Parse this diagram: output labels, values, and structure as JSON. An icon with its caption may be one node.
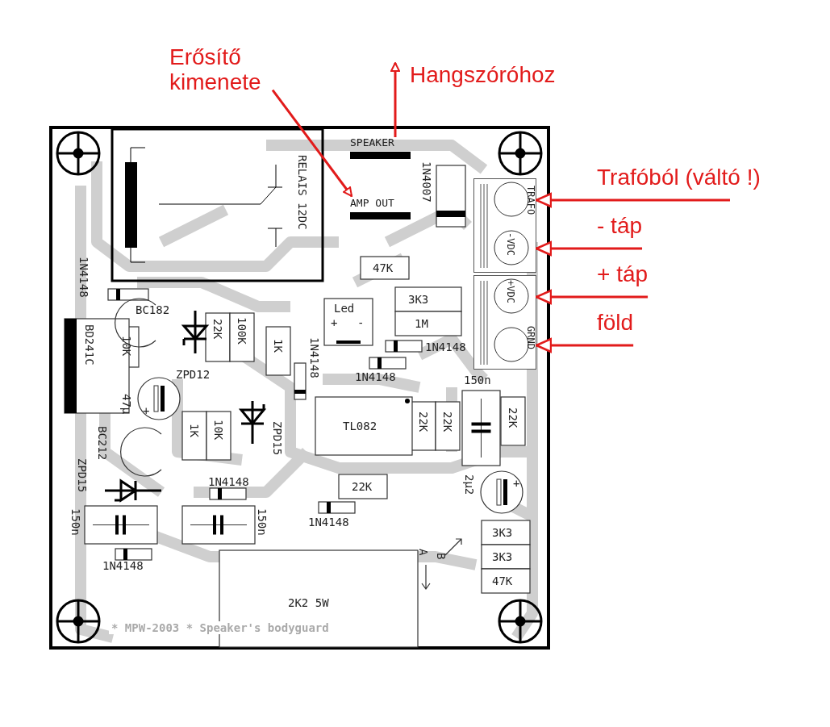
{
  "diagram": {
    "nodes": [
      {
        "text": [
          "Erősítő kimenete"
        ]
      },
      {
        "text": [
          "Hangszóróhoz"
        ]
      },
      {
        "text": [
          "SPEAKER"
        ]
      },
      {
        "text": [
          "AMP OUT"
        ]
      },
      {
        "text": [
          "TRAFO",
          "-VDC"
        ]
      },
      {
        "text": [
          "+VDC",
          "GRND"
        ]
      },
      {
        "text": [
          "Trafóból (váltó !)"
        ]
      },
      {
        "text": [
          "- táp"
        ]
      },
      {
        "text": [
          "+ táp"
        ]
      },
      {
        "text": [
          "föld"
        ]
      }
    ],
    "edges": [
      {
        "from": 0,
        "to": 3,
        "arrow": "to"
      },
      {
        "from": 2,
        "to": 1,
        "arrow": "to"
      },
      {
        "from": 6,
        "to": 4,
        "arrow": "to"
      },
      {
        "from": 7,
        "to": 4,
        "arrow": "to"
      },
      {
        "from": 8,
        "to": 5,
        "arrow": "to"
      },
      {
        "from": 9,
        "to": 5,
        "arrow": "to"
      }
    ],
    "labels": [
      "RELAIS 12DC",
      "1N4007",
      "47K",
      "1N4148",
      "BC182",
      "Led",
      "+",
      "-",
      "3K3",
      "1M",
      "BD241C",
      "10K",
      "22K",
      "100K",
      "1K",
      "1N4148",
      "1N4148",
      "ZPD12",
      "1N4148",
      "47µ",
      "+",
      "150n",
      "TL082",
      "22K",
      "22K",
      "22K",
      "BC212",
      "1K",
      "10K",
      "ZPD15",
      "ZPD15",
      "1N4148",
      "22K",
      "2µ2",
      "+",
      "150n",
      "1N4148",
      "150n",
      "3K3",
      "B",
      "A",
      "3K3",
      "47K",
      "1N4148",
      "2K2 5W",
      "* MPW-2003 * Speaker's bodyguard"
    ]
  }
}
